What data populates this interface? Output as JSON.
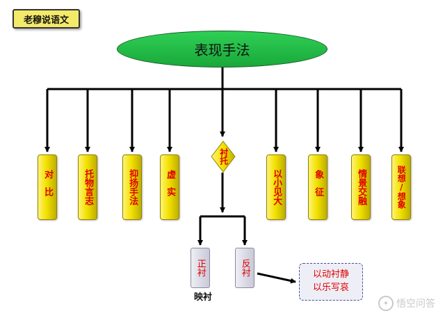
{
  "badge": "老穆说语文",
  "title": "表现手法",
  "techniques": [
    "对比",
    "托物言志",
    "抑扬手法",
    "虚实",
    "衬托",
    "以小见大",
    "象征",
    "情景交融",
    "联想/想象"
  ],
  "contrast_types": [
    "正衬",
    "反衬"
  ],
  "positive_contrast_label": "映衬",
  "reverse_contrast_note": "以动衬静\n以乐写哀",
  "watermark": "悟空问答",
  "colors": {
    "oval": "#22c04a",
    "box_yellow": "#f2e200",
    "text_red": "#e00000",
    "badge": "#f4ea6a",
    "sub_box": "#d8d8e6"
  }
}
